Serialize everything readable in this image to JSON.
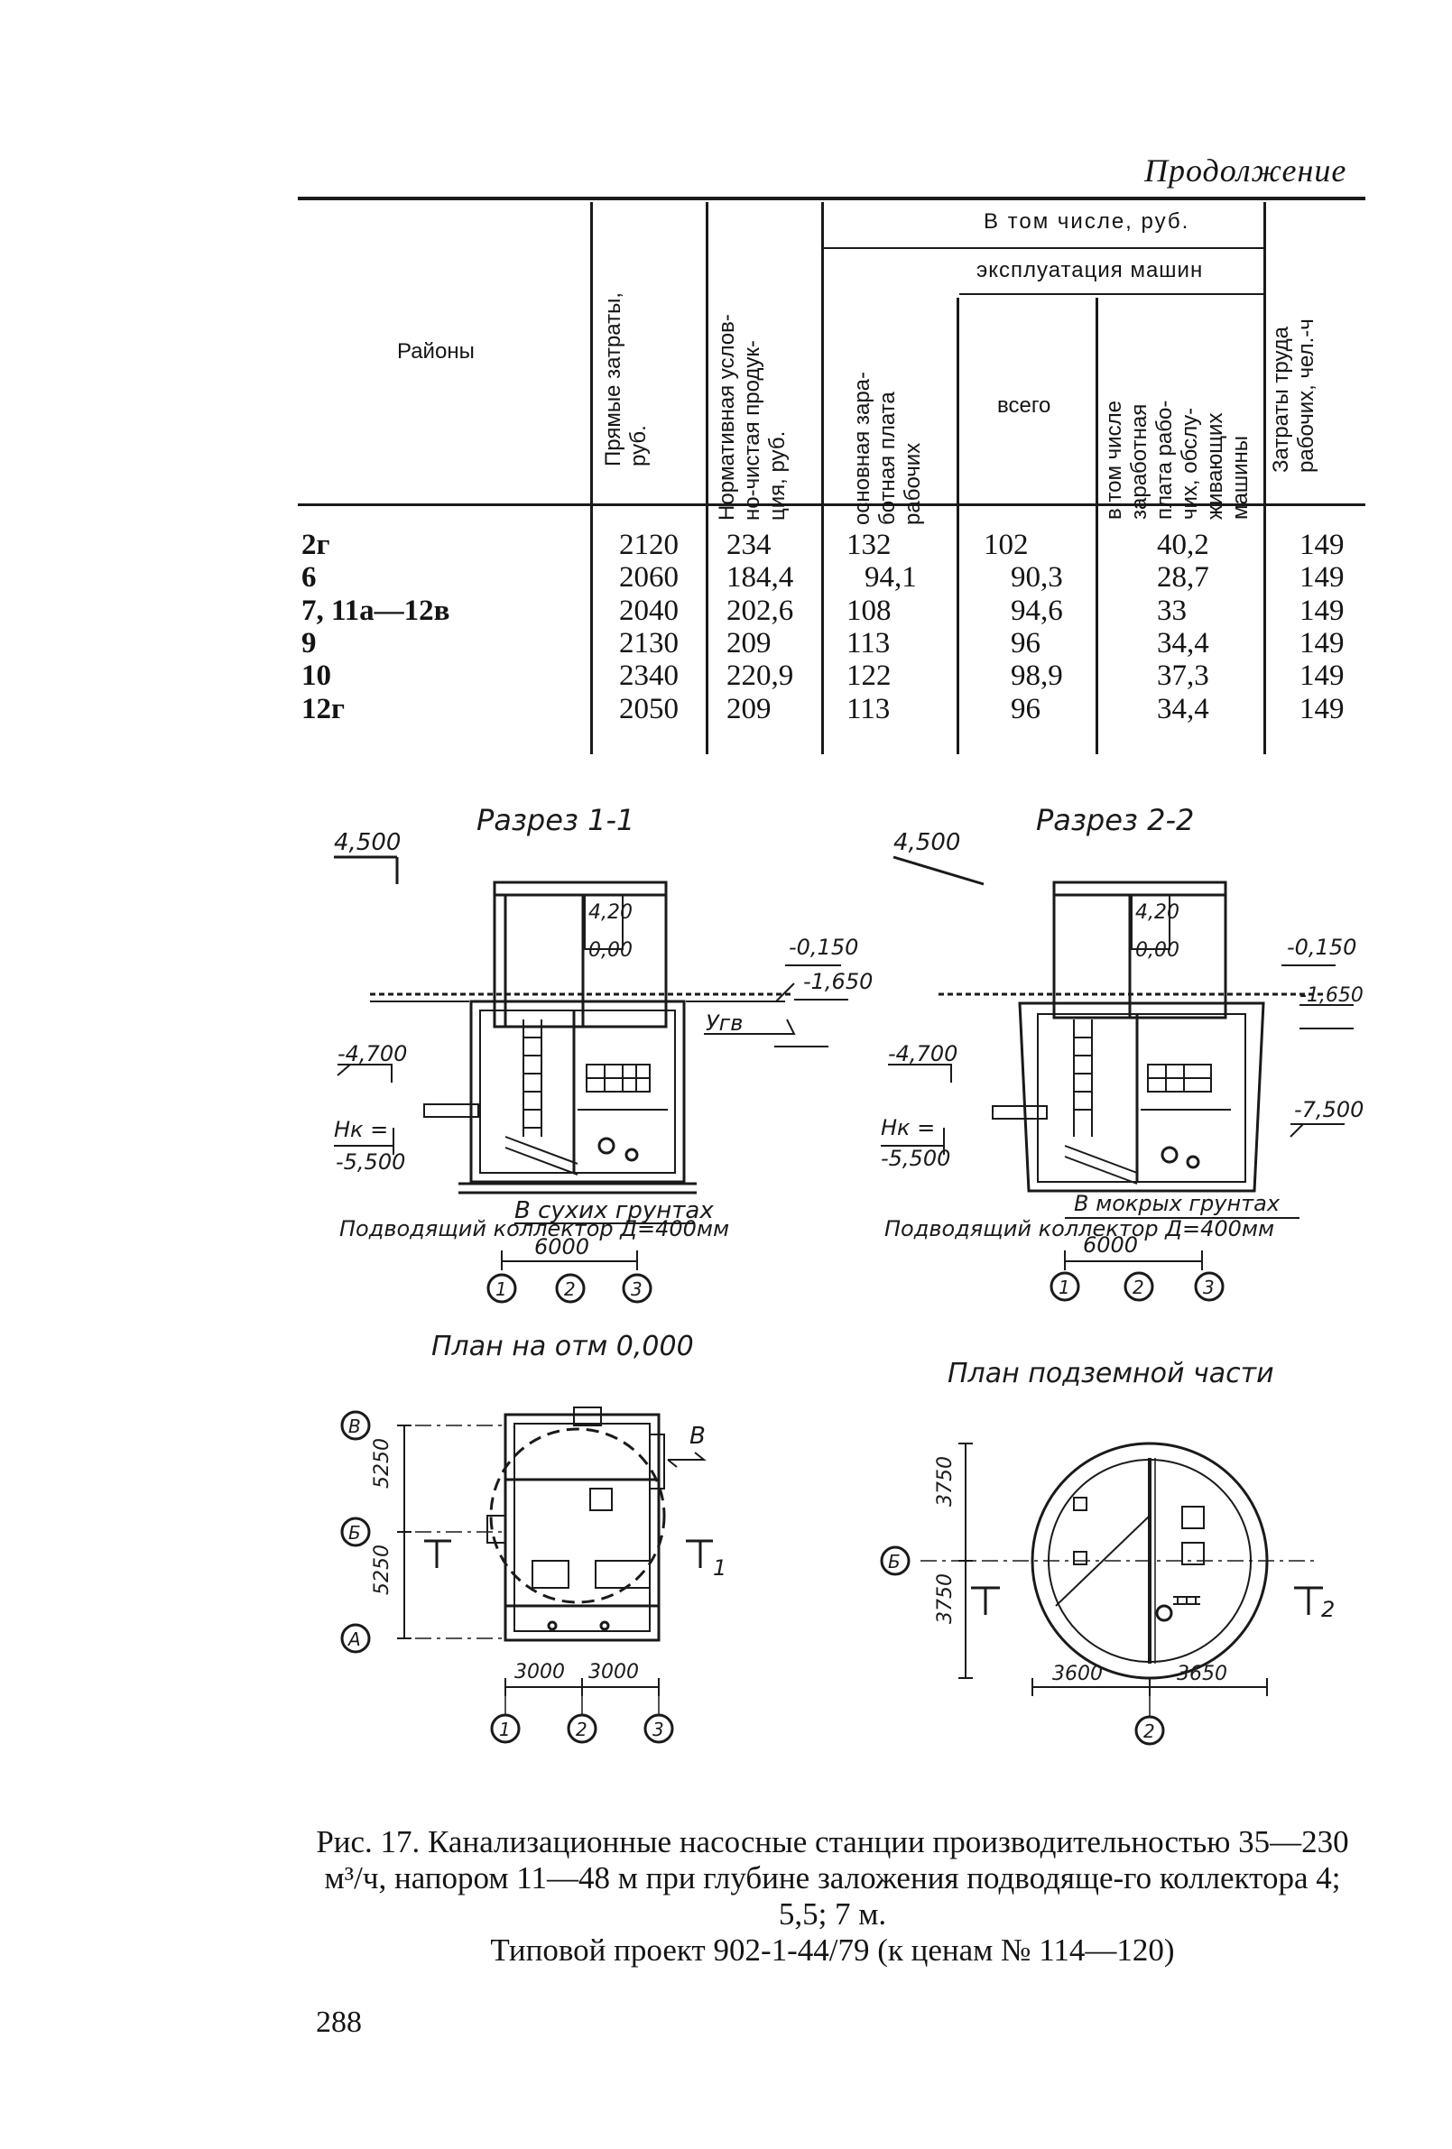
{
  "header": {
    "continuation": "Продолжение"
  },
  "table": {
    "headers": {
      "regions": "Районы",
      "direct_costs": "Прямые затраты,\nруб.",
      "normative_output": "Нормативная услов-\nно-чистая продук-\nция, руб.",
      "including": "В том числе, руб.",
      "base_wage": "основная зара-\nботная плата\nрабочих",
      "machine_operation": "эксплуатация машин",
      "total": "всего",
      "of_which_wage": "в том числе\nзаработная\nплата рабо-\nчих, обслу-\nживающих\nмашины",
      "labor": "Затраты труда\nрабочих, чел.-ч"
    },
    "rows": [
      [
        "2г",
        "2120",
        "234",
        "132",
        "102",
        "40,2",
        "149"
      ],
      [
        "6",
        "2060",
        "184,4",
        "94,1",
        "90,3",
        "28,7",
        "149"
      ],
      [
        "7, 11а—12в",
        "2040",
        "202,6",
        "108",
        "94,6",
        "33",
        "149"
      ],
      [
        "9",
        "2130",
        "209",
        "113",
        "96",
        "34,4",
        "149"
      ],
      [
        "10",
        "2340",
        "220,9",
        "122",
        "98,9",
        "37,3",
        "149"
      ],
      [
        "12г",
        "2050",
        "209",
        "113",
        "96",
        "34,4",
        "149"
      ]
    ]
  },
  "drawings": {
    "section1": {
      "title": "Разрез 1-1",
      "marks": [
        "4,500",
        "4,20",
        "0,00",
        "-0,150",
        "-1,650",
        "Угв",
        "-4,700",
        "Hк =",
        "-5,500"
      ],
      "soil_note": "В сухих грунтах",
      "collector": "Подводящий коллектор Д=400мм",
      "span": "6000",
      "axes": [
        "1",
        "2",
        "3"
      ]
    },
    "section2": {
      "title": "Разрез 2-2",
      "marks": [
        "4,500",
        "4,20",
        "0,00",
        "-0,150",
        "-1,650",
        "-4,700",
        "Hк =",
        "-5,500",
        "-7,500"
      ],
      "soil_note": "В мокрых грунтах",
      "collector": "Подводящий коллектор Д=400мм",
      "span": "6000",
      "axes": [
        "1",
        "2",
        "3"
      ]
    },
    "plan_ground": {
      "title": "План на отм 0,000",
      "axes_rows": [
        "В",
        "Б",
        "А"
      ],
      "dims_vertical": [
        "5250",
        "5250"
      ],
      "dims_horizontal": [
        "3000",
        "3000"
      ],
      "axes_cols": [
        "1",
        "2",
        "3"
      ],
      "view_mark": "В",
      "section_mark": "1"
    },
    "plan_underground": {
      "title": "План подземной части",
      "axis_row": "Б",
      "dims_vertical": [
        "3750",
        "3750"
      ],
      "dims_horizontal": [
        "3600",
        "3650"
      ],
      "axis_col": "2",
      "section_mark": "2"
    }
  },
  "caption": {
    "line1": "Рис. 17. Канализационные насосные станции производительностью 35—230 м³/ч, напором 11—48 м при глубине заложения подводяще-го коллектора 4; 5,5; 7 м.",
    "line2": "Типовой проект 902-1-44/79 (к ценам № 114—120)"
  },
  "page_number": "288"
}
